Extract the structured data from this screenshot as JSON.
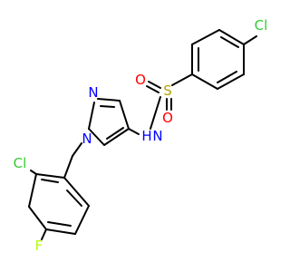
{
  "atoms": {
    "cl_top": {
      "text": "Cl",
      "color": "#33cc33"
    },
    "s": {
      "text": "S",
      "color": "#b3a100"
    },
    "o_left": {
      "text": "O",
      "color": "#ff0000"
    },
    "o_bottom": {
      "text": "O",
      "color": "#ff0000"
    },
    "n_sulfonamide": {
      "text": "N",
      "color": "#0000ff"
    },
    "h_sulfonamide": {
      "text": "H",
      "color": "#0000ff"
    },
    "n_pyrazole_top": {
      "text": "N",
      "color": "#0000ff"
    },
    "n_pyrazole_bottom": {
      "text": "N",
      "color": "#0000ff"
    },
    "cl_left": {
      "text": "Cl",
      "color": "#33cc33"
    },
    "f": {
      "text": "F",
      "color": "#b3ff00"
    }
  }
}
